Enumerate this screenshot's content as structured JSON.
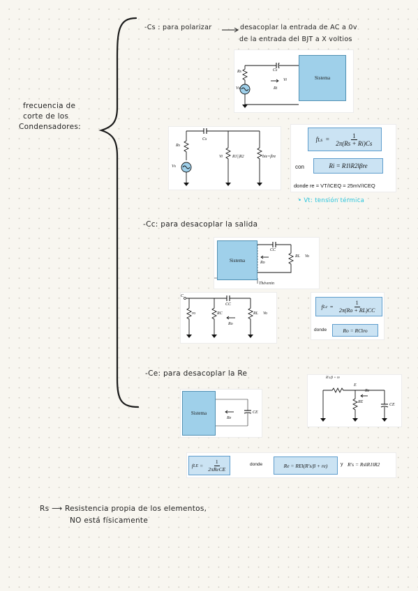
{
  "left_label": [
    "frecuencia de",
    "corte de los",
    "Condensadores:"
  ],
  "cs": {
    "heading_line1": "-Cs : para polarizar",
    "heading_arrow_text": "desacoplar la entrada de AC a 0v",
    "heading_line2": "de la entrada del BJT a X voltios",
    "sys_label": "Sistema",
    "formula_lhs": "f",
    "formula_sub": "Ls",
    "formula_eq": "=",
    "formula_num": "1",
    "formula_den": "2π(Rs + Ri)Cs",
    "con_label": "con",
    "ri_formula": "Ri = R1‖R2‖βre",
    "donde_line": "donde re = VT/ICEQ = 25mV/ICEQ",
    "note": "• Vt: tensión térmica"
  },
  "cc": {
    "heading": "-Cc: para desacoplar la salida",
    "sys_label": "Sistema",
    "thevenin": "Thévenin",
    "formula_lhs": "f",
    "formula_sub": "Lc",
    "formula_num": "1",
    "formula_den": "2π(Ro + RL)CC",
    "donde_label": "donde",
    "ro_formula": "Ro = RC‖ro"
  },
  "ce": {
    "heading": "-Ce: para desacoplar la Re",
    "sys_label": "Sistema",
    "formula_lhs": "f",
    "formula_sub": "LE",
    "formula_num": "1",
    "formula_den": "2πReCE",
    "donde_label": "donde",
    "re_formula": "Re = RE‖(R's/β + re)",
    "y_label": "y",
    "rs_formula": "R's = Rs‖R1‖R2"
  },
  "footer": {
    "line1": "Rs ⟶ Resistencia propia de los elementos,",
    "line2": "NO está físicamente"
  }
}
